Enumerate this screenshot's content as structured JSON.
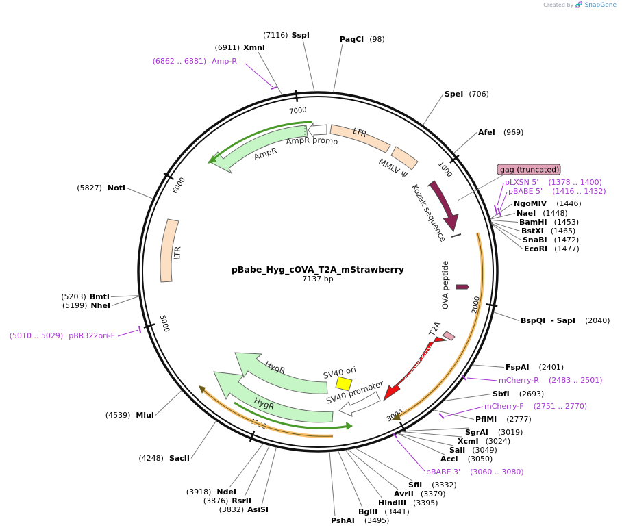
{
  "branding": {
    "created_by": "Created by",
    "logo_icon": "snapgene-logo-icon",
    "app": "SnapGene"
  },
  "plasmid": {
    "name": "pBabe_Hyg_cOVA_T2A_mStrawberry",
    "length_label": "7137 bp",
    "total_bp": 7137
  },
  "ticks": [
    {
      "bp": 1000,
      "label": "1000"
    },
    {
      "bp": 2000,
      "label": "2000"
    },
    {
      "bp": 3000,
      "label": "3000"
    },
    {
      "bp": 4000,
      "label": "4000"
    },
    {
      "bp": 5000,
      "label": "5000"
    },
    {
      "bp": 6000,
      "label": "6000"
    },
    {
      "bp": 7000,
      "label": "7000"
    }
  ],
  "colors": {
    "arrow_green": "#c6f5c6",
    "promoter_white": "#ffffff",
    "ltr_peach": "#fde0c4",
    "kozak_purple": "#8b2252",
    "mstrawberry_red": "#ee1111",
    "sv40ori_yellow": "#ffff00",
    "t2a_pink": "#e6a8b4",
    "primer_purple": "#a435d1",
    "orf_orange": "#f7be6a",
    "orf_green": "#4a9a2a",
    "gag_box": "#e3a3b8"
  },
  "enzymes": [
    {
      "id": "sspi",
      "name": "SspI",
      "pos": "(7116)",
      "bp": 7116
    },
    {
      "id": "paqci",
      "name": "PaqCI",
      "pos": "(98)",
      "bp": 98
    },
    {
      "id": "xmni",
      "name": "XmnI",
      "pos": "(6911)",
      "bp": 6911
    },
    {
      "id": "spei",
      "name": "SpeI",
      "pos": "(706)",
      "bp": 706
    },
    {
      "id": "afei",
      "name": "AfeI",
      "pos": "(969)",
      "bp": 969
    },
    {
      "id": "noti",
      "name": "NotI",
      "pos": "(5827)",
      "bp": 5827
    },
    {
      "id": "ngomiv",
      "name": "NgoMIV",
      "pos": "(1446)",
      "bp": 1446
    },
    {
      "id": "naei",
      "name": "NaeI",
      "pos": "(1448)",
      "bp": 1448
    },
    {
      "id": "bamhi",
      "name": "BamHI",
      "pos": "(1453)",
      "bp": 1453
    },
    {
      "id": "bstxi",
      "name": "BstXI",
      "pos": "(1465)",
      "bp": 1465
    },
    {
      "id": "snabi",
      "name": "SnaBI",
      "pos": "(1472)",
      "bp": 1472
    },
    {
      "id": "ecori",
      "name": "EcoRI",
      "pos": "(1477)",
      "bp": 1477
    },
    {
      "id": "bmti",
      "name": "BmtI",
      "pos": "(5203)",
      "bp": 5203
    },
    {
      "id": "nhei",
      "name": "NheI",
      "pos": "(5199)",
      "bp": 5199
    },
    {
      "id": "bspqi",
      "name": "BspQI",
      "extra": "- SapI",
      "pos": "(2040)",
      "bp": 2040
    },
    {
      "id": "fspai",
      "name": "FspAI",
      "pos": "(2401)",
      "bp": 2401
    },
    {
      "id": "sbfi",
      "name": "SbfI",
      "pos": "(2693)",
      "bp": 2693
    },
    {
      "id": "pflmi",
      "name": "PflMI",
      "pos": "(2777)",
      "bp": 2777
    },
    {
      "id": "mlui",
      "name": "MluI",
      "pos": "(4539)",
      "bp": 4539
    },
    {
      "id": "sgrai",
      "name": "SgrAI",
      "pos": "(3019)",
      "bp": 3019
    },
    {
      "id": "xcmi",
      "name": "XcmI",
      "pos": "(3024)",
      "bp": 3024
    },
    {
      "id": "sali",
      "name": "SalI",
      "pos": "(3049)",
      "bp": 3049
    },
    {
      "id": "acci",
      "name": "AccI",
      "pos": "(3050)",
      "bp": 3050
    },
    {
      "id": "sacii",
      "name": "SacII",
      "pos": "(4248)",
      "bp": 4248
    },
    {
      "id": "sfii",
      "name": "SfiI",
      "pos": "(3332)",
      "bp": 3332
    },
    {
      "id": "avrii",
      "name": "AvrII",
      "pos": "(3379)",
      "bp": 3379
    },
    {
      "id": "hindiii",
      "name": "HindIII",
      "pos": "(3395)",
      "bp": 3395
    },
    {
      "id": "bglii",
      "name": "BglII",
      "pos": "(3441)",
      "bp": 3441
    },
    {
      "id": "pshai",
      "name": "PshAI",
      "pos": "(3495)",
      "bp": 3495
    },
    {
      "id": "ndei",
      "name": "NdeI",
      "pos": "(3918)",
      "bp": 3918
    },
    {
      "id": "rsrii",
      "name": "RsrII",
      "pos": "(3876)",
      "bp": 3876
    },
    {
      "id": "asisi",
      "name": "AsiSI",
      "pos": "(3832)",
      "bp": 3832
    }
  ],
  "primers": [
    {
      "id": "ampr-primer",
      "range": "(6862 .. 6881)",
      "name": "Amp-R",
      "start": 6862,
      "end": 6881
    },
    {
      "id": "plxsn5",
      "name": "pLXSN 5'",
      "range": "(1378 .. 1400)",
      "start": 1378,
      "end": 1400
    },
    {
      "id": "pbabe5",
      "name": "pBABE 5'",
      "range": "(1416 .. 1432)",
      "start": 1416,
      "end": 1432
    },
    {
      "id": "pbr322ori",
      "range": "(5010 .. 5029)",
      "name": "pBR322ori-F",
      "start": 5010,
      "end": 5029
    },
    {
      "id": "mcherry-r",
      "name": "mCherry-R",
      "range": "(2483 .. 2501)",
      "start": 2483,
      "end": 2501
    },
    {
      "id": "mcherry-f",
      "name": "mCherry-F",
      "range": "(2751 .. 2770)",
      "start": 2751,
      "end": 2770
    },
    {
      "id": "pbabe3",
      "name": "pBABE 3'",
      "range": "(3060 .. 3080)",
      "start": 3060,
      "end": 3080
    }
  ],
  "features": {
    "ltr_top": "LTR",
    "mmlv_psi": "MMLV Ψ",
    "kozak": "Kozak sequence",
    "ova": "OVA peptide",
    "t2a": "T2A",
    "mstrawberry": "mStrawberry",
    "sv40_promoter": "SV40 promoter",
    "sv40_ori": "SV40 ori",
    "hygr_inner": "HygR",
    "hygr_outer": "HygR",
    "ampr": "AmpR",
    "ampr_promoter": "AmpR promoter",
    "ltr_left": "LTR",
    "gag": "gag (truncated)"
  }
}
